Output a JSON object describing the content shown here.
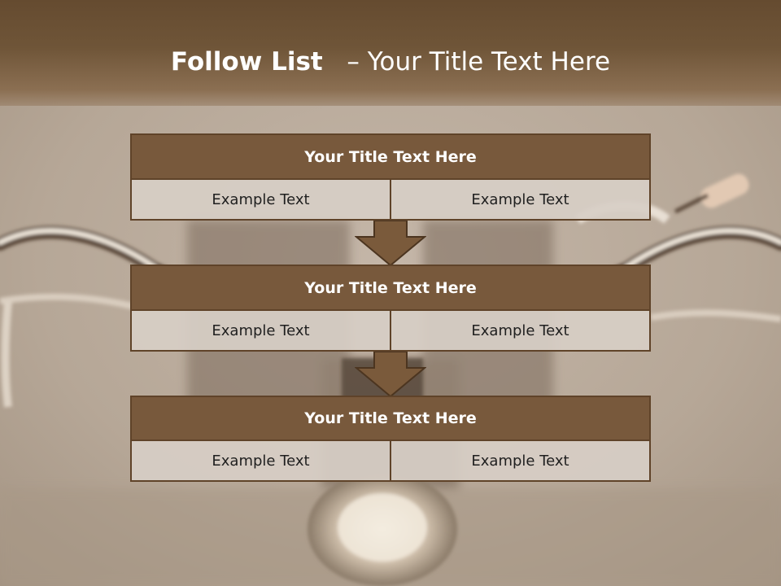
{
  "slide": {
    "title_bold": "Follow List",
    "title_separator": "–",
    "title_rest": "Your Title Text Here"
  },
  "blocks": [
    {
      "header": "Your Title Text Here",
      "left": "Example Text",
      "right": "Example Text"
    },
    {
      "header": "Your Title Text Here",
      "left": "Example Text",
      "right": "Example Text"
    },
    {
      "header": "Your Title Text Here",
      "left": "Example Text",
      "right": "Example Text"
    }
  ],
  "colors": {
    "header_fill": "#78593c",
    "border": "#5f4329",
    "arrow_fill": "#7a5a3b",
    "cell_fill": "#d7cec5"
  }
}
